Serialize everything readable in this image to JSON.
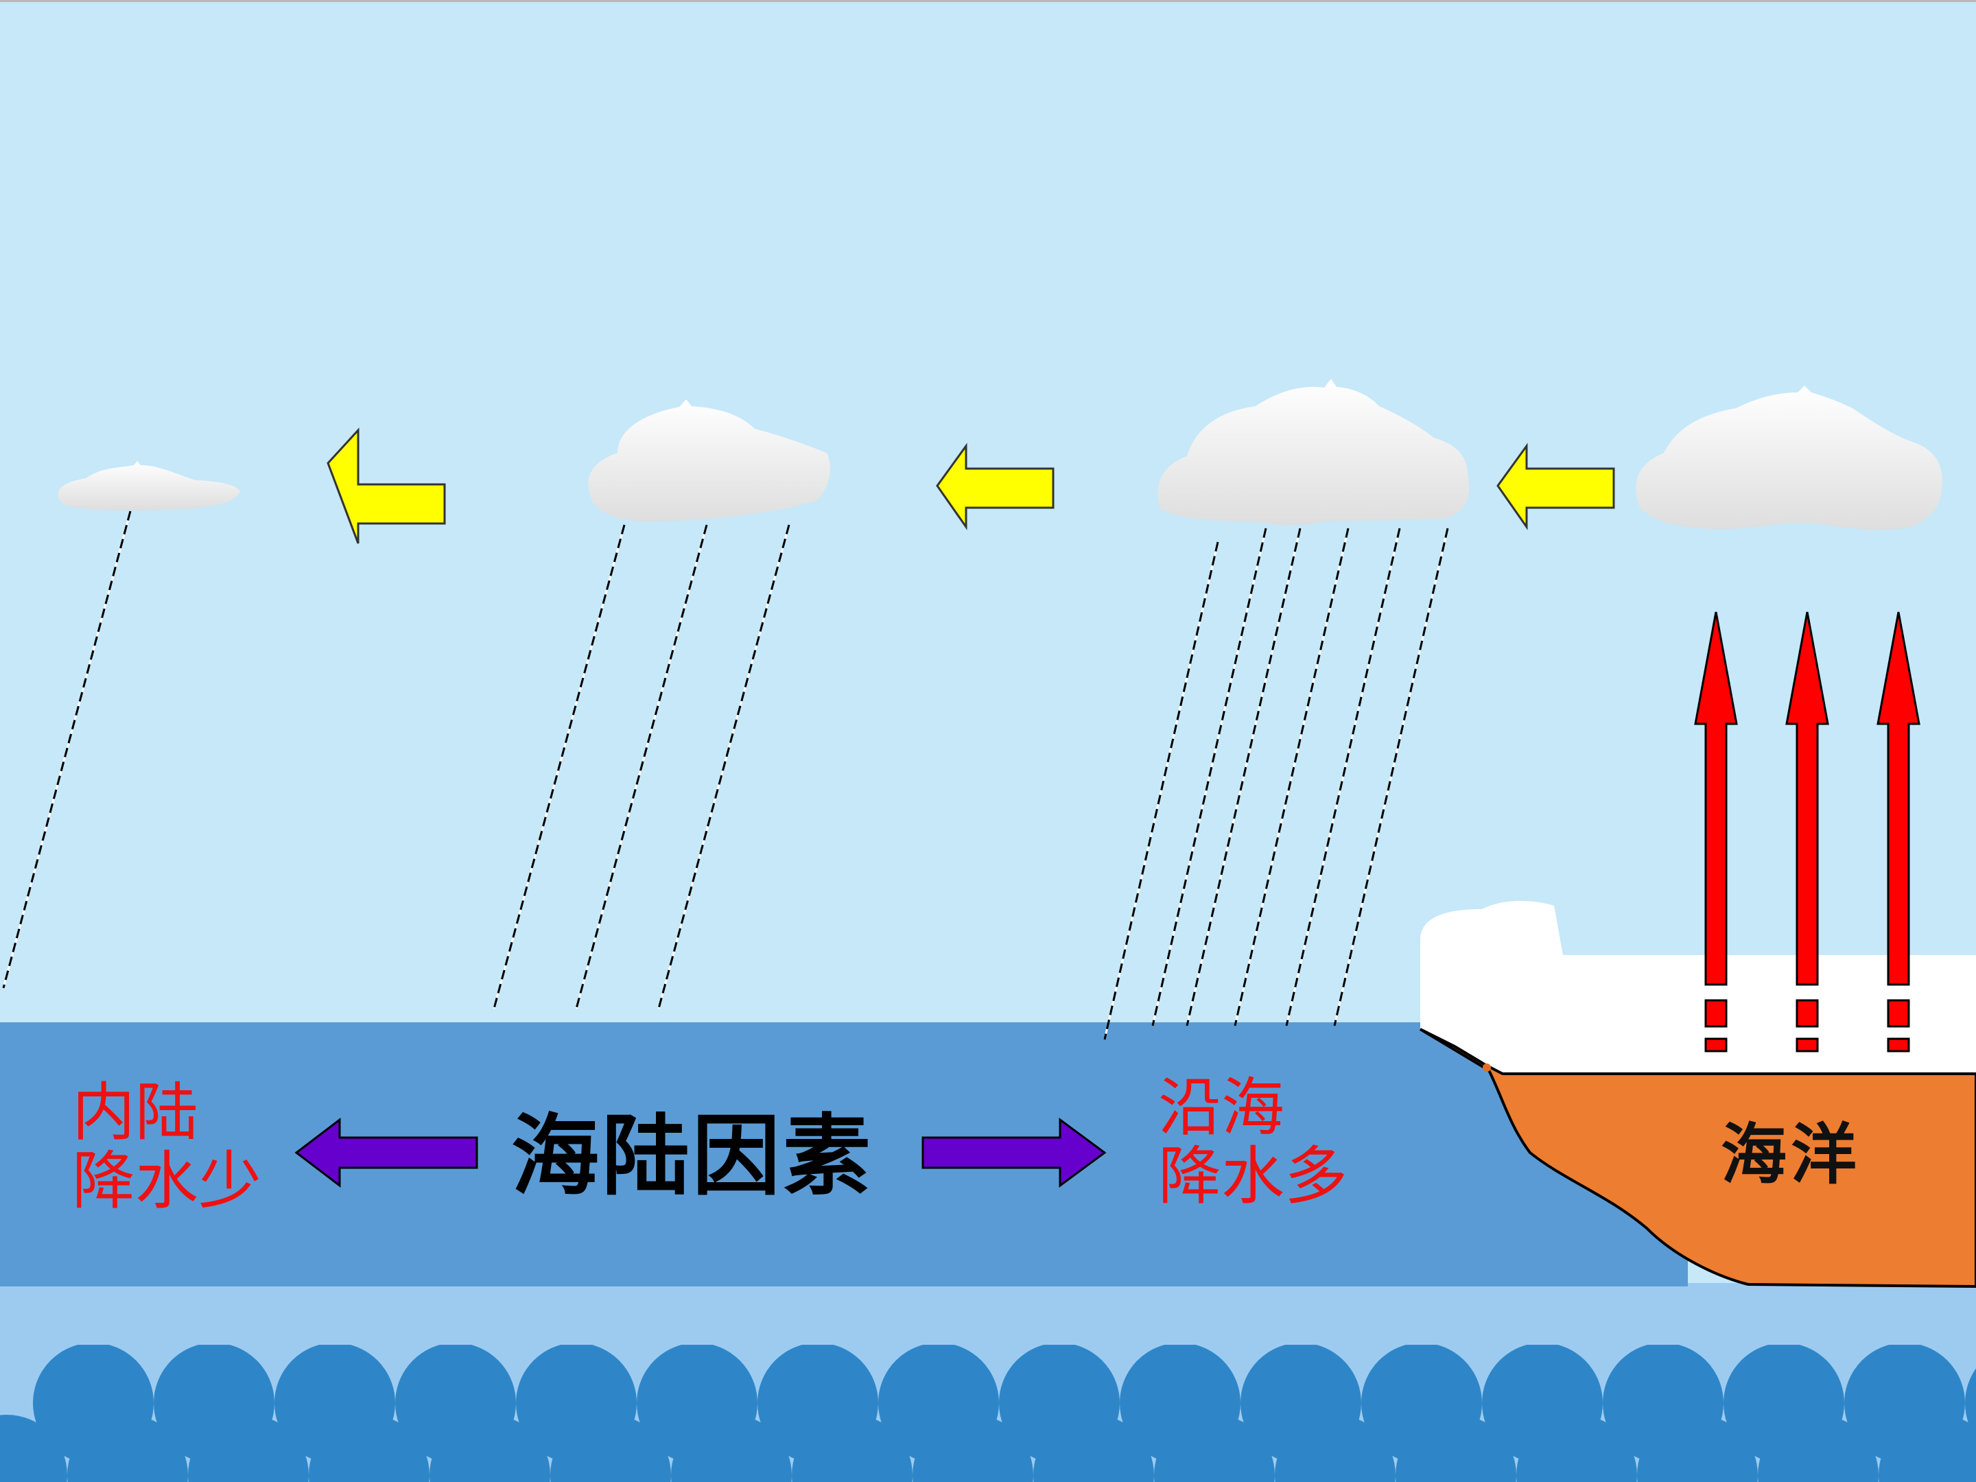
{
  "labels": {
    "inland_line1": "内陆",
    "inland_line2": "降水少",
    "factor": "海陆因素",
    "coastal_line1": "沿海",
    "coastal_line2": "降水多",
    "ocean": "海洋"
  },
  "colors": {
    "sky": "#c6e8f9",
    "land_band": "#5b9bd5",
    "lower_band": "#9dcbf0",
    "waves": "#2e86c8",
    "ocean_block": "#ed7d31",
    "wind_arrow": "#ffff00",
    "factor_arrow": "#6600cc",
    "evaporation_arrow": "#ff0000",
    "label_red": "#ee1111"
  },
  "icons": {
    "cloud": "cloud-icon",
    "wind": "left-arrow-icon",
    "factor_left": "left-arrow-icon",
    "factor_right": "right-arrow-icon",
    "evaporation": "up-arrow-icon"
  }
}
